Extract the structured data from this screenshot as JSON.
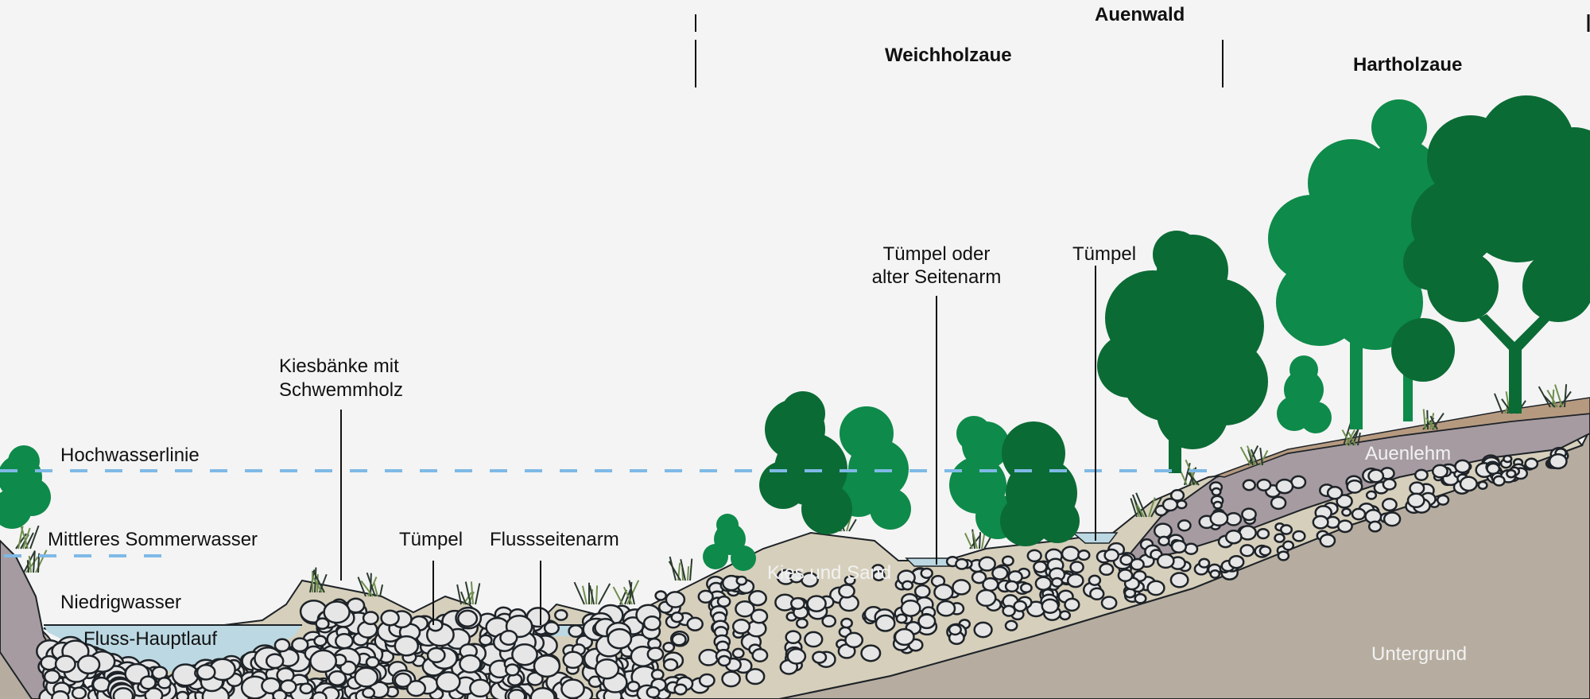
{
  "zones": {
    "auenwald": "Auenwald",
    "weichholzaue": "Weichholzaue",
    "hartholzaue": "Hartholzaue"
  },
  "water_levels": {
    "hochwasserlinie": "Hochwasserlinie",
    "mittleres_sommerwasser": "Mittleres Sommerwasser",
    "niedrigwasser": "Niedrigwasser",
    "fluss_hauptlauf": "Fluss-Hauptlauf"
  },
  "features": {
    "kiesbaenke_line1": "Kiesbänke mit",
    "kiesbaenke_line2": "Schwemmholz",
    "tuempel_left": "Tümpel",
    "flussseitenarm": "Flussseitenarm",
    "tuempel_oder_line1": "Tümpel oder",
    "tuempel_oder_line2": "alter Seitenarm",
    "tuempel_right": "Tümpel"
  },
  "layers": {
    "kies_und_sand": "Kies und Sand",
    "auenlehm": "Auenlehm",
    "untergrund": "Untergrund"
  },
  "colors": {
    "background": "#f4f4f4",
    "water": "#bcd9e3",
    "flood_line": "#7fb9e6",
    "gravel_sand": "#d6cfbb",
    "auenlehm": "#a59ba0",
    "topsoil": "#b69a80",
    "untergrund": "#b6ada0",
    "tree_light": "#0e8a4a",
    "tree_dark": "#0b6b35",
    "grass": "#6f8f4e",
    "stone": "#e6e6e6",
    "outline": "#1e2328"
  }
}
